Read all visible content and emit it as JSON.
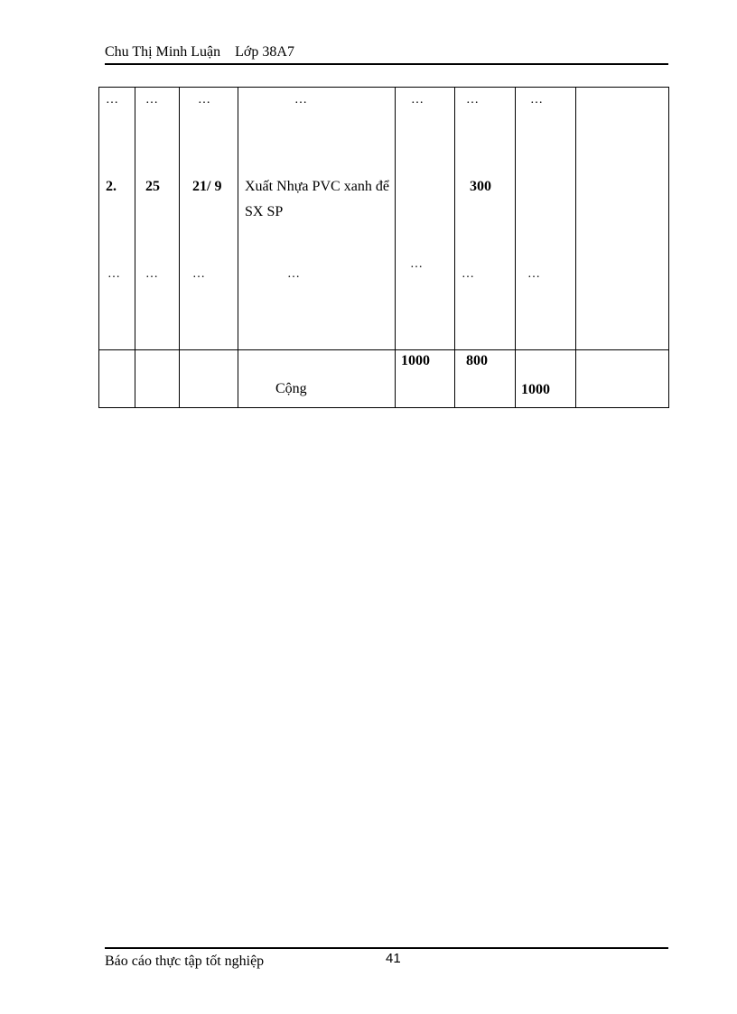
{
  "header": {
    "author": "Chu Thị Minh Luận",
    "class": "Lớp 38A7"
  },
  "table": {
    "rows": [
      {
        "cells": [
          "…",
          "…",
          "…",
          "…",
          "…",
          "…",
          "…",
          ""
        ]
      },
      {
        "cells": [
          "2.",
          "25",
          "21/ 9",
          "Xuất Nhựa PVC xanh để SX SP",
          "",
          "300",
          "",
          ""
        ]
      },
      {
        "cells": [
          "…",
          "…",
          "…",
          "…",
          "…",
          "…",
          "…",
          ""
        ]
      }
    ],
    "total_row": {
      "label": "Cộng",
      "col5": "1000",
      "col6": "800",
      "col7": "1000"
    }
  },
  "footer": {
    "text": "Báo cáo thực tập tốt nghiệp",
    "page_number": "41"
  }
}
